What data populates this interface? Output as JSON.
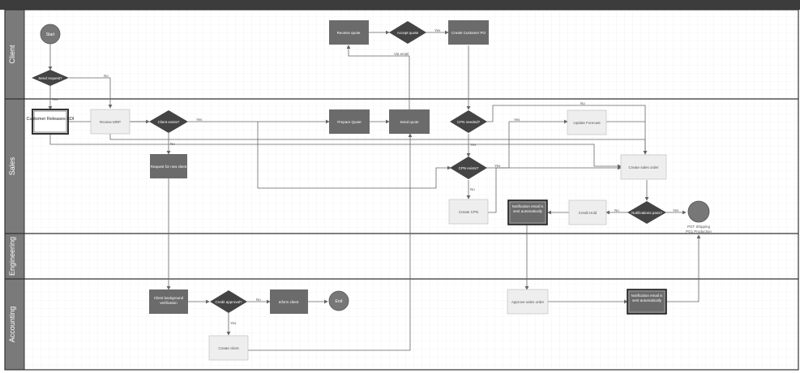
{
  "lanes": [
    {
      "id": "client",
      "label": "Client"
    },
    {
      "id": "sales",
      "label": "Sales"
    },
    {
      "id": "engineering",
      "label": "Engineering"
    },
    {
      "id": "accounting",
      "label": "Accounting"
    }
  ],
  "nodes": {
    "start": "Start",
    "send_request": "Send request?",
    "customer_releases": "Customer Releases EDI",
    "review_mrp": "Review MRP",
    "client_exists": "Client exists?",
    "request_new_client": "Request for new client",
    "prepare_quote": "Prepare Quote",
    "send_quote": "Send quote",
    "receive_quote": "Receive quote",
    "accept_quote": "Accept quote",
    "create_customer_po": "Create Customer PO",
    "cpn_needed": "CPN needed?",
    "update_forecast": "Update Forecast",
    "cpn_exists": "CPN exists?",
    "create_cpn": "Create CPN",
    "create_sales_order": "Create sales order",
    "notifications_pass": "Notifications pass?",
    "credit_hold": "Credit Hold",
    "notification_email_1": "Notification email is sent automatically",
    "pgt_label_1": "PGT Shipping",
    "pgt_label_2": "PG1 Production",
    "client_background": "Client background verification",
    "credit_approval": "Credit approval?",
    "inform_client": "Inform client",
    "end": "End",
    "create_client": "Create client",
    "approve_sales_order": "Approve sales order",
    "notification_email_2": "Notification email is sent automatically"
  },
  "edge_labels": {
    "no_send_request": "No",
    "yes_send_request": "Yes",
    "yes_client_exists": "Yes",
    "no_client_exists": "No",
    "via_email": "Via email",
    "yes_accept": "Yes",
    "no_cpn_needed": "No",
    "yes_cpn_needed": "Yes",
    "yes_forecast": "Yes",
    "yes_cpn_exists": "Yes",
    "no_cpn_exists": "No",
    "no_notifications": "No",
    "yes_notifications": "Yes",
    "no_credit": "No",
    "yes_credit": "Yes"
  },
  "colors": {
    "dark_box": "#6b6b6b",
    "light_box": "#eeeeee",
    "diamond": "#444444",
    "circle": "#777777",
    "line": "#666666",
    "lane_border": "#333333",
    "header": "#3c3c3c",
    "lane_label_bg": "#7a7a7a",
    "grid": "#ebebeb"
  }
}
